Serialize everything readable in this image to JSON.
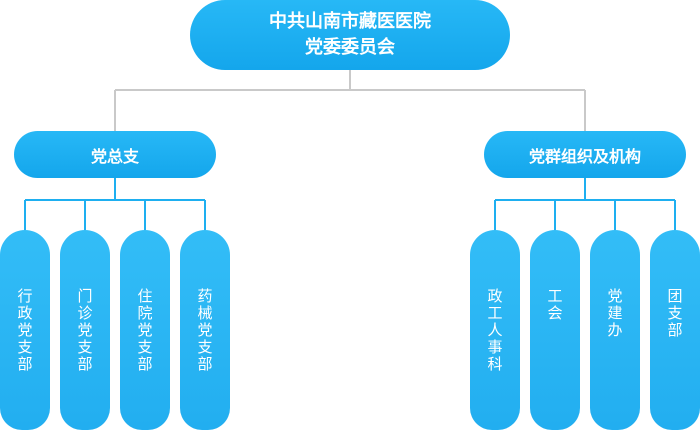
{
  "root": {
    "line1": "中共山南市藏医医院",
    "line2": "党委委员会"
  },
  "left_branch": {
    "label": "党总支",
    "children": [
      "行政党支部",
      "门诊党支部",
      "住院党支部",
      "药械党支部"
    ]
  },
  "right_branch": {
    "label": "党群组织及机构",
    "children": [
      "政工人事科",
      "工会",
      "党建办",
      "团支部"
    ]
  },
  "colors": {
    "node_fill": "#1eaff0",
    "connector": "#c9c9c9"
  }
}
